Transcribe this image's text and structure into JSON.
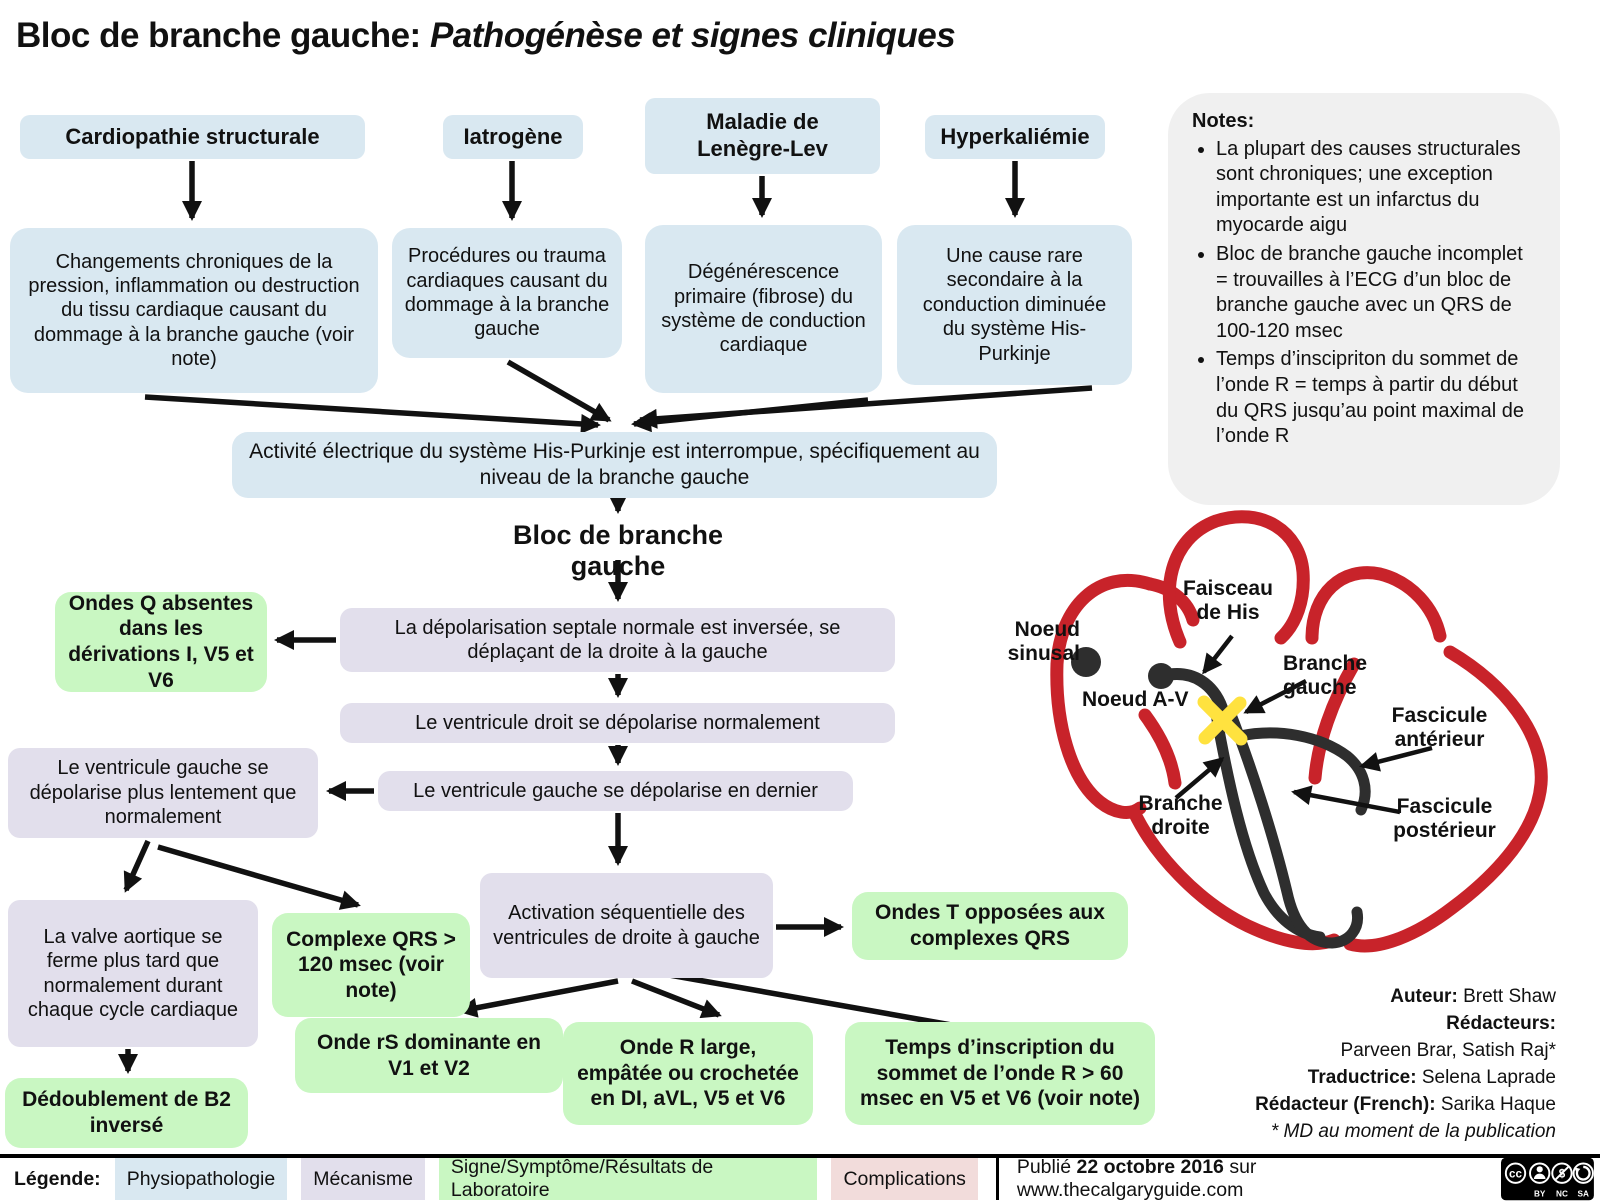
{
  "title": {
    "prefix": "Bloc de branche gauche:",
    "italic": "Pathogénèse et signes cliniques"
  },
  "causes": [
    {
      "header": "Cardiopathie structurale",
      "description": "Changements chroniques de la pression, inflammation ou destruction du tissu cardiaque causant du dommage à la branche gauche (voir note)"
    },
    {
      "header": "Iatrogène",
      "description": "Procédures ou trauma cardiaques causant du dommage à la branche gauche"
    },
    {
      "header": "Maladie de Lenègre-Lev",
      "description": "Dégénérescence primaire (fibrose) du système de conduction cardiaque"
    },
    {
      "header": "Hyperkaliémie",
      "description": "Une cause rare secondaire à la conduction diminuée du système His-Purkinje"
    }
  ],
  "flow": {
    "interruption": "Activité électrique du système His-Purkinje est interrompue, spécifiquement au niveau de la branche gauche",
    "diagnosis": "Bloc de branche gauche",
    "septal": "La dépolarisation septale normale est inversée, se déplaçant de la droite à la gauche",
    "rv_normal": "Le ventricule droit se dépolarise normalement",
    "lv_last": "Le ventricule gauche se dépolarise en dernier",
    "lv_slow": "Le ventricule gauche se dépolarise plus lentement que normalement",
    "sequential": "Activation séquentielle des ventricules de droite à gauche",
    "aortic_valve": "La valve aortique se ferme plus tard que normalement durant chaque cycle cardiaque"
  },
  "signs": {
    "q_absent": "Ondes Q absentes dans les dérivations I, V5 et V6",
    "qrs_wide": "Complexe QRS > 120 msec (voir note)",
    "b2_split": "Dédoublement de B2 inversé",
    "rs_dominant": "Onde rS dominante en V1 et V2",
    "r_wide": "Onde R large, empâtée ou crochetée en DI, aVL, V5 et V6",
    "r_peak_time": "Temps d’inscription du sommet de l’onde R > 60 msec en V5 et V6 (voir note)",
    "t_opposed": "Ondes T opposées aux complexes QRS"
  },
  "notes": {
    "heading": "Notes:",
    "items": [
      "La plupart des causes structurales sont chroniques; une exception importante est un infarctus du myocarde aigu",
      "Bloc de branche gauche incomplet = trouvailles à l’ECG d’un bloc de branche gauche avec un QRS de 100-120 msec",
      "Temps d’inscipriton du sommet de l’onde R = temps à partir du début du QRS jusqu’au point maximal de l’onde R"
    ]
  },
  "heart": {
    "labels": {
      "sinus_node": "Noeud sinusal",
      "av_node": "Noeud A-V",
      "his_bundle": "Faisceau de His",
      "left_branch": "Branche gauche",
      "anterior_fascicle": "Fascicule antérieur",
      "right_branch": "Branche droite",
      "posterior_fascicle": "Fascicule postérieur"
    }
  },
  "credits": {
    "author_label": "Auteur:",
    "author": "Brett Shaw",
    "editors_label": "Rédacteurs:",
    "editors": "Parveen Brar, Satish Raj*",
    "translator_label": "Traductrice:",
    "translator": "Selena Laprade",
    "french_editor_label": "Rédacteur (French):",
    "french_editor": "Sarika Haque",
    "footnote": "* MD au moment de la publication"
  },
  "legend": {
    "label": "Légende:",
    "items": [
      {
        "label": "Physiopathologie",
        "color": "#D9E8F1"
      },
      {
        "label": "Mécanisme",
        "color": "#E2DFEC"
      },
      {
        "label": "Signe/Symptôme/Résultats de Laboratoire",
        "color": "#C9F7C2"
      },
      {
        "label": "Complications",
        "color": "#F2DCDB"
      }
    ],
    "published": {
      "prefix": "Publié",
      "date": "22 octobre 2016",
      "suffix": "sur www.thecalgaryguide.com"
    },
    "cc_badges": [
      "BY",
      "NC",
      "SA"
    ]
  },
  "colors": {
    "box_blue": "#D9E8F1",
    "box_lavender": "#E2DFEC",
    "box_green": "#C9F7C2",
    "legend_pink": "#F2DCDB",
    "notes_gray": "#F0F0F0",
    "heart_red": "#C8232A",
    "conduction_black": "#2E2E2E",
    "block_yellow": "#FFE23F"
  }
}
